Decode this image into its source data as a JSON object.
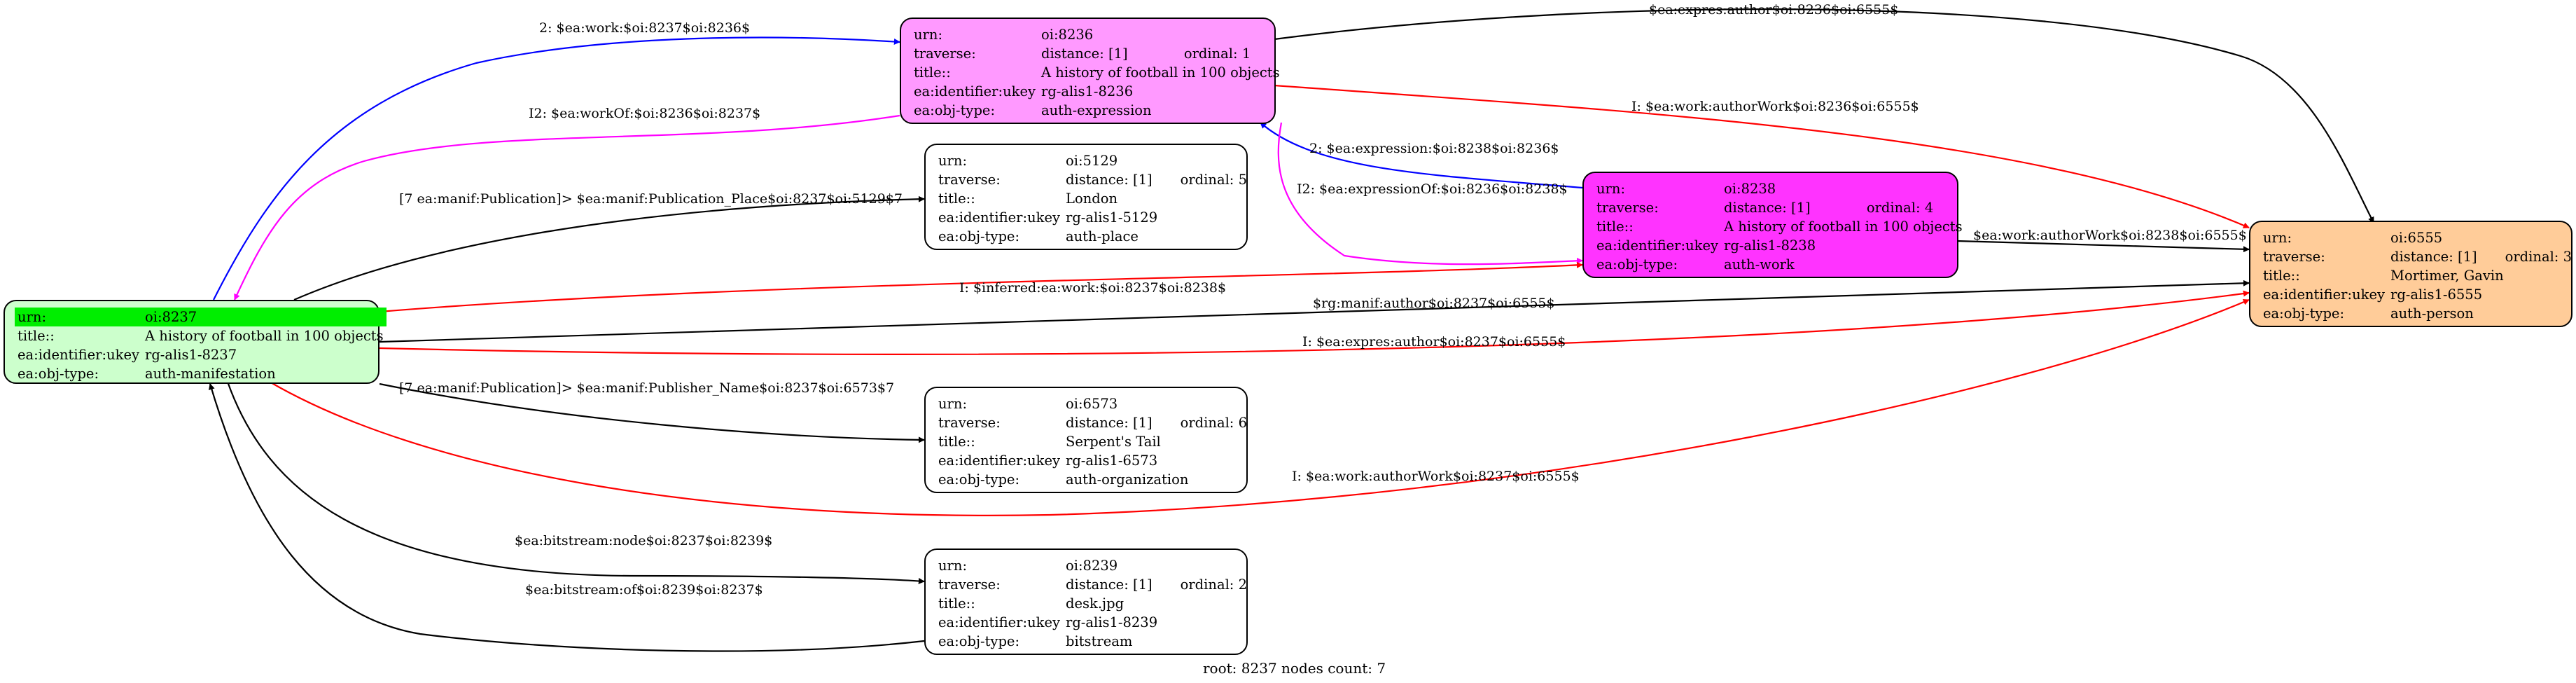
{
  "caption": "root: 8237 nodes count: 7",
  "labels": {
    "urn": "urn:",
    "traverse": "traverse:",
    "title": "title::",
    "ukey": "ea:identifier:ukey",
    "objtype": "ea:obj-type:"
  },
  "colors": {
    "expression_fill": "#ff99ff",
    "work_fill": "#ff33ff",
    "manifestation_fill": "#ccffcc",
    "manifestation_highlight": "#00ee00",
    "person_fill": "#ffcc99",
    "plain_fill": "#ffffff",
    "edge_black": "#000000",
    "edge_red": "#ff0000",
    "edge_blue": "#0000ff",
    "edge_magenta": "#ff00ff"
  },
  "nodes": {
    "n8236": {
      "urn": "oi:8236",
      "distance": "distance: [1]",
      "ordinal": "ordinal: 1",
      "title": "A history of football in 100 objects",
      "ukey": "rg-alis1-8236",
      "objtype": "auth-expression"
    },
    "n5129": {
      "urn": "oi:5129",
      "distance": "distance: [1]",
      "ordinal": "ordinal: 5",
      "title": "London",
      "ukey": "rg-alis1-5129",
      "objtype": "auth-place"
    },
    "n8238": {
      "urn": "oi:8238",
      "distance": "distance: [1]",
      "ordinal": "ordinal: 4",
      "title": "A history of football in 100 objects",
      "ukey": "rg-alis1-8238",
      "objtype": "auth-work"
    },
    "n8237": {
      "urn": "oi:8237",
      "title": "A history of football in 100 objects",
      "ukey": "rg-alis1-8237",
      "objtype": "auth-manifestation"
    },
    "n6555": {
      "urn": "oi:6555",
      "distance": "distance: [1]",
      "ordinal": "ordinal: 3",
      "title": "Mortimer, Gavin",
      "ukey": "rg-alis1-6555",
      "objtype": "auth-person"
    },
    "n6573": {
      "urn": "oi:6573",
      "distance": "distance: [1]",
      "ordinal": "ordinal: 6",
      "title": "Serpent's Tail",
      "ukey": "rg-alis1-6573",
      "objtype": "auth-organization"
    },
    "n8239": {
      "urn": "oi:8239",
      "distance": "distance: [1]",
      "ordinal": "ordinal: 2",
      "title": "desk.jpg",
      "ukey": "rg-alis1-8239",
      "objtype": "bitstream"
    }
  },
  "edges": [
    {
      "id": "e1",
      "label": "2: $ea:work:$oi:8237$oi:8236$",
      "color": "blue"
    },
    {
      "id": "e2",
      "label": "$ea:expres:author$oi:8236$oi:6555$",
      "color": "black"
    },
    {
      "id": "e3",
      "label": "I2: $ea:workOf:$oi:8236$oi:8237$",
      "color": "magenta"
    },
    {
      "id": "e4",
      "label": "I: $ea:work:authorWork$oi:8236$oi:6555$",
      "color": "red"
    },
    {
      "id": "e5",
      "label": "2: $ea:expression:$oi:8238$oi:8236$",
      "color": "blue"
    },
    {
      "id": "e6",
      "label": "I2: $ea:expressionOf:$oi:8236$oi:8238$",
      "color": "magenta"
    },
    {
      "id": "e7",
      "label": "[7 ea:manif:Publication]> $ea:manif:Publication_Place$oi:8237$oi:5129$7",
      "color": "black"
    },
    {
      "id": "e8",
      "label": "$ea:work:authorWork$oi:8238$oi:6555$",
      "color": "black"
    },
    {
      "id": "e9",
      "label": "I: $inferred:ea:work:$oi:8237$oi:8238$",
      "color": "red"
    },
    {
      "id": "e10",
      "label": "$rg:manif:author$oi:8237$oi:6555$",
      "color": "black"
    },
    {
      "id": "e11",
      "label": "I: $ea:expres:author$oi:8237$oi:6555$",
      "color": "red"
    },
    {
      "id": "e12",
      "label": "[7 ea:manif:Publication]> $ea:manif:Publisher_Name$oi:8237$oi:6573$7",
      "color": "black"
    },
    {
      "id": "e13",
      "label": "I: $ea:work:authorWork$oi:8237$oi:6555$",
      "color": "red"
    },
    {
      "id": "e14",
      "label": "$ea:bitstream:node$oi:8237$oi:8239$",
      "color": "black"
    },
    {
      "id": "e15",
      "label": "$ea:bitstream:of$oi:8239$oi:8237$",
      "color": "black"
    }
  ]
}
